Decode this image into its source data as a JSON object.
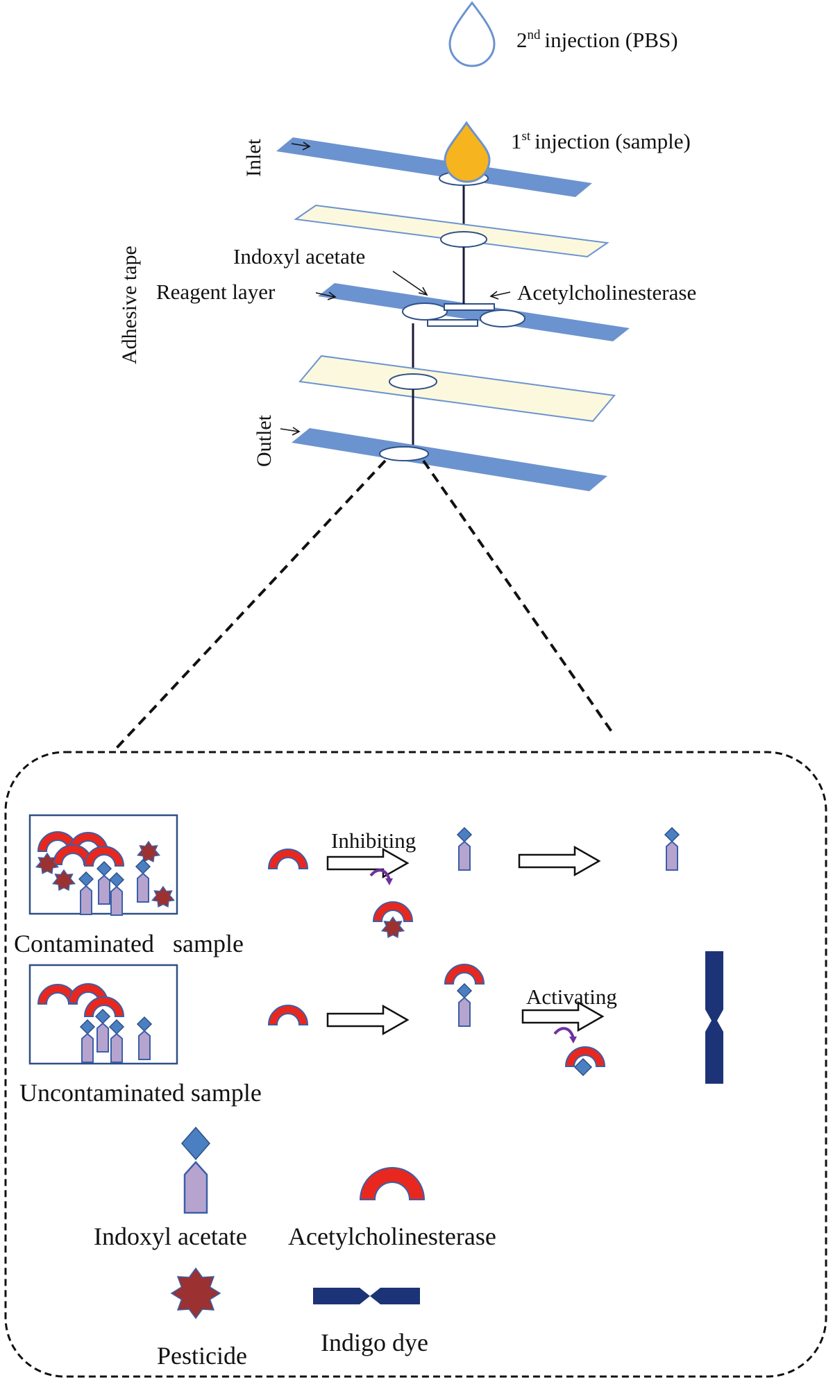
{
  "top": {
    "second_injection": {
      "label_sup": "nd",
      "label_prefix": "2",
      "label_rest": "injection (PBS)"
    },
    "first_injection": {
      "label_prefix": "1",
      "label_sup": "st",
      "label_rest": "injection (sample)"
    },
    "inlet_label": "Inlet",
    "outlet_label": "Outlet",
    "adhesive_tape_label": "Adhesive tape",
    "reagent_layer_label": "Reagent layer",
    "indoxyl_acetate_label": "Indoxyl acetate",
    "acetylcholinesterase_label": "Acetylcholinesterase"
  },
  "mechanism": {
    "contaminated_label": "Contaminated   sample",
    "uncontaminated_label": "Uncontaminated sample",
    "inhibiting_label": "Inhibiting",
    "activating_label": "Activating"
  },
  "legend": {
    "indoxyl_acetate": "Indoxyl acetate",
    "acetylcholinesterase": "Acetylcholinesterase",
    "pesticide": "Pesticide",
    "indigo_dye": "Indigo dye"
  },
  "colors": {
    "layer_blue": "#6b93cf",
    "layer_cream": "#fbf8de",
    "sample_drop": "#f6b51e",
    "enzyme_red": "#e8281e",
    "substrate_purple": "#b6a4cf",
    "substrate_blue": "#4a7fc1",
    "pesticide_red": "#9b3131",
    "indigo": "#1d3377",
    "curve_purple": "#7030a0"
  }
}
